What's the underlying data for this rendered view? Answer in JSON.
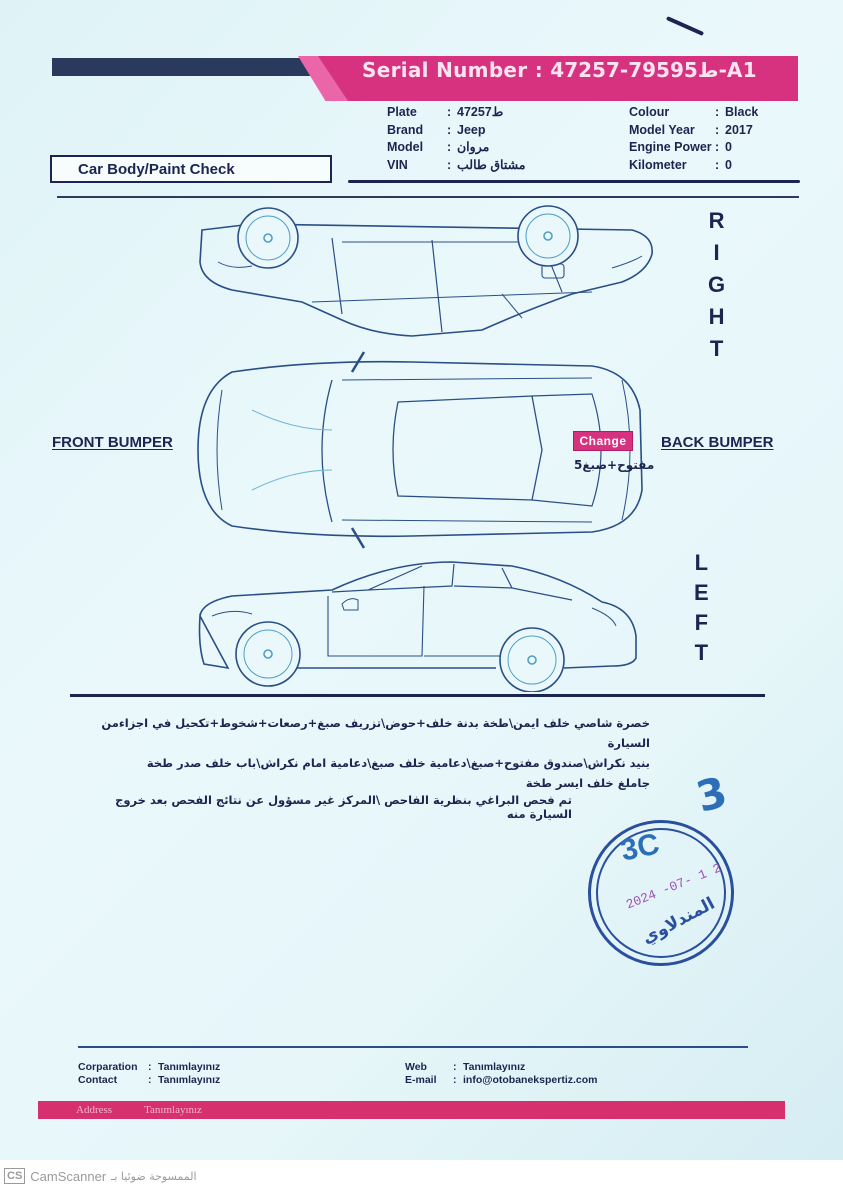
{
  "header": {
    "serial_number_label": "Serial Number :",
    "serial_number_value": "ط79595-47257-A1",
    "section_title": "Car Body/Paint Check"
  },
  "vehicle": {
    "left": [
      {
        "label": "Plate",
        "value": "ط47257"
      },
      {
        "label": "Brand",
        "value": "Jeep"
      },
      {
        "label": "Model",
        "value": "مروان"
      },
      {
        "label": "VIN",
        "value": "مشتاق طالب"
      }
    ],
    "right": [
      {
        "label": "Colour",
        "value": "Black"
      },
      {
        "label": "Model Year",
        "value": "2017"
      },
      {
        "label": "Engine Power",
        "value": "0"
      },
      {
        "label": "Kilometer",
        "value": "0"
      }
    ]
  },
  "diagram": {
    "right_label": [
      "R",
      "I",
      "G",
      "H",
      "T"
    ],
    "left_label": [
      "L",
      "E",
      "F",
      "T"
    ],
    "front_bumper": "FRONT BUMPER",
    "back_bumper": "BACK BUMPER",
    "marker": {
      "tag": "Change",
      "note": "مفتوح+صبغ5",
      "color": "#d6327f"
    }
  },
  "notes": {
    "lines": [
      "خصرة شاصي خلف ايمن\\طخة بدنة خلف+حوض\\تزريف صبغ+رصعات+شخوط+تكحيل في اجزاءمن السيارة",
      "بنيد نكراش\\صندوق مفتوح+صبغ\\دعامية خلف صبغ\\دعامية امام نكراش\\باب خلف صدر طخة",
      "جاملغ خلف ايسر طخة"
    ],
    "disclaimer": "تم فحص البراغي بنظرية الفاحص \\المركز غير مسؤول عن نتائج الفحص بعد خروج السيارة منه"
  },
  "stamp": {
    "handwritten_number": "3",
    "code": "3C",
    "date": "2024 -07- 1 2",
    "name": "المندلاوي"
  },
  "footer": {
    "left": [
      {
        "label": "Corparation",
        "value": "Tanımlayınız"
      },
      {
        "label": "Contact",
        "value": "Tanımlayınız"
      }
    ],
    "right": [
      {
        "label": "Web",
        "value": "Tanımlayınız"
      },
      {
        "label": "E-mail",
        "value": "info@otobanekspertiz.com"
      }
    ],
    "address_label": "Address",
    "address_value": "Tanımlayınız"
  },
  "watermark": {
    "logo": "CS",
    "app": "CamScanner",
    "arabic": "الممسوحة ضوئيا بـ"
  },
  "colors": {
    "brand_pink": "#d6327f",
    "navy": "#1c2550",
    "paper": "#e6f6f9"
  }
}
